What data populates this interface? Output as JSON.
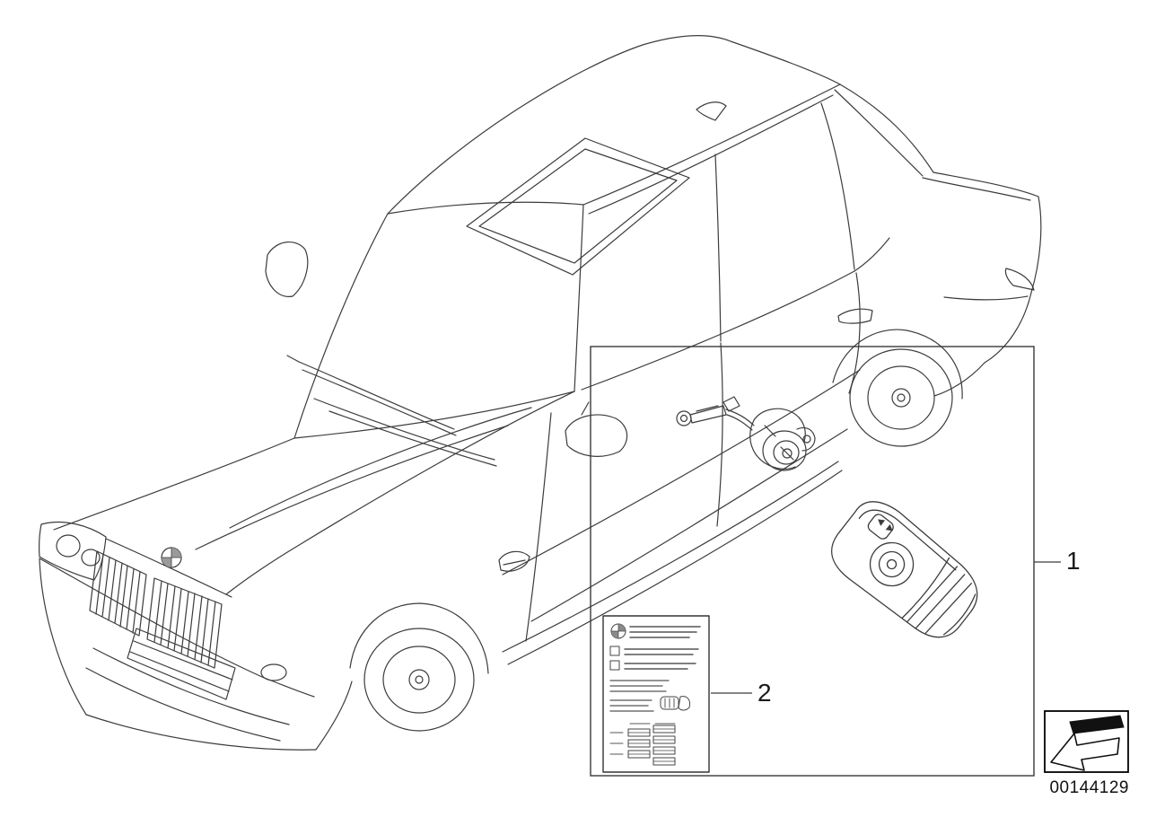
{
  "diagram": {
    "title": "vehicle-parts-exploded-diagram",
    "callout_1": "1",
    "callout_2": "2",
    "image_number": "00144129"
  },
  "icons": {
    "direction_arrow": "arrow-bottom-left",
    "brand_roundel": "bmw-roundel"
  },
  "colors": {
    "background": "#ffffff",
    "line": "#3c3c3c",
    "ink": "#000000"
  }
}
